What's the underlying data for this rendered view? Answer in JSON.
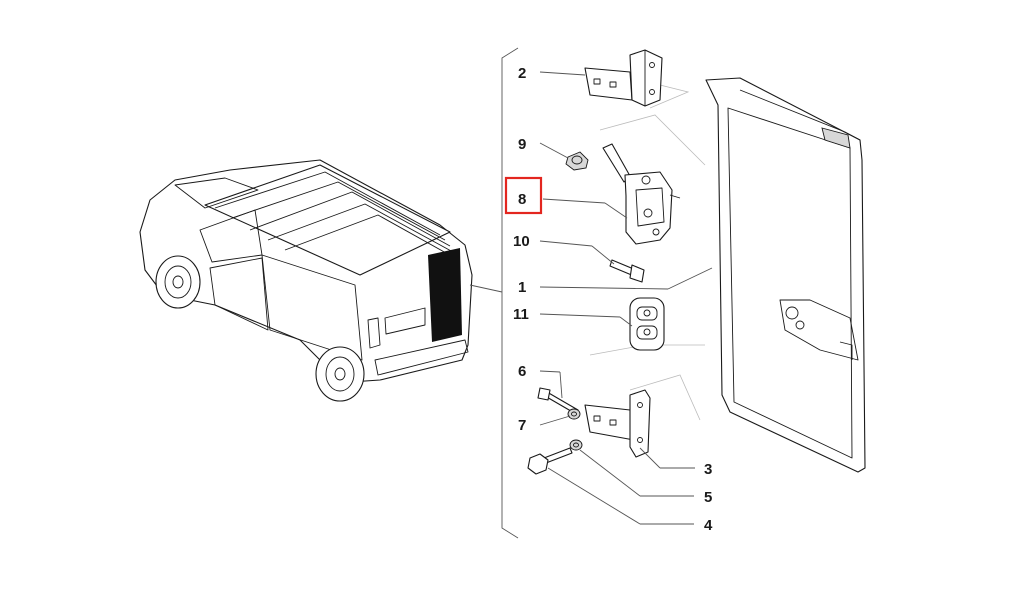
{
  "diagram": {
    "callouts": {
      "c1": "1",
      "c2": "2",
      "c3": "3",
      "c4": "4",
      "c5": "5",
      "c6": "6",
      "c7": "7",
      "c8": "8",
      "c9": "9",
      "c10": "10",
      "c11": "11"
    },
    "highlighted_callout": "8",
    "colors": {
      "highlight": "#e3261f",
      "line": "#1a1a1a",
      "background": "#ffffff"
    }
  }
}
